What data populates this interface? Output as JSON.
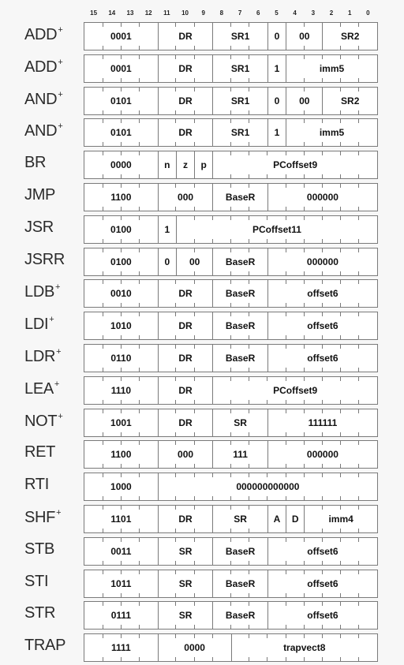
{
  "bit_numbers": [
    "15",
    "14",
    "13",
    "12",
    "11",
    "10",
    "9",
    "8",
    "7",
    "6",
    "5",
    "4",
    "3",
    "2",
    "1",
    "0"
  ],
  "instructions": [
    {
      "name": "ADD",
      "mark": "+",
      "fields": [
        {
          "label": "0001",
          "bits": 4
        },
        {
          "label": "DR",
          "bits": 3
        },
        {
          "label": "SR1",
          "bits": 3
        },
        {
          "label": "0",
          "bits": 1
        },
        {
          "label": "00",
          "bits": 2
        },
        {
          "label": "SR2",
          "bits": 3
        }
      ]
    },
    {
      "name": "ADD",
      "mark": "+",
      "fields": [
        {
          "label": "0001",
          "bits": 4
        },
        {
          "label": "DR",
          "bits": 3
        },
        {
          "label": "SR1",
          "bits": 3
        },
        {
          "label": "1",
          "bits": 1
        },
        {
          "label": "imm5",
          "bits": 5
        }
      ]
    },
    {
      "name": "AND",
      "mark": "+",
      "fields": [
        {
          "label": "0101",
          "bits": 4
        },
        {
          "label": "DR",
          "bits": 3
        },
        {
          "label": "SR1",
          "bits": 3
        },
        {
          "label": "0",
          "bits": 1
        },
        {
          "label": "00",
          "bits": 2
        },
        {
          "label": "SR2",
          "bits": 3
        }
      ]
    },
    {
      "name": "AND",
      "mark": "+",
      "fields": [
        {
          "label": "0101",
          "bits": 4
        },
        {
          "label": "DR",
          "bits": 3
        },
        {
          "label": "SR1",
          "bits": 3
        },
        {
          "label": "1",
          "bits": 1
        },
        {
          "label": "imm5",
          "bits": 5
        }
      ]
    },
    {
      "name": "BR",
      "mark": "",
      "fields": [
        {
          "label": "0000",
          "bits": 4
        },
        {
          "label": "n",
          "bits": 1
        },
        {
          "label": "z",
          "bits": 1
        },
        {
          "label": "p",
          "bits": 1
        },
        {
          "label": "PCoffset9",
          "bits": 9
        }
      ]
    },
    {
      "name": "JMP",
      "mark": "",
      "fields": [
        {
          "label": "1100",
          "bits": 4
        },
        {
          "label": "000",
          "bits": 3
        },
        {
          "label": "BaseR",
          "bits": 3
        },
        {
          "label": "000000",
          "bits": 6
        }
      ]
    },
    {
      "name": "JSR",
      "mark": "",
      "fields": [
        {
          "label": "0100",
          "bits": 4
        },
        {
          "label": "1",
          "bits": 1
        },
        {
          "label": "PCoffset11",
          "bits": 11
        }
      ]
    },
    {
      "name": "JSRR",
      "mark": "",
      "fields": [
        {
          "label": "0100",
          "bits": 4
        },
        {
          "label": "0",
          "bits": 1
        },
        {
          "label": "00",
          "bits": 2
        },
        {
          "label": "BaseR",
          "bits": 3
        },
        {
          "label": "000000",
          "bits": 6
        }
      ]
    },
    {
      "name": "LDB",
      "mark": "+",
      "fields": [
        {
          "label": "0010",
          "bits": 4
        },
        {
          "label": "DR",
          "bits": 3
        },
        {
          "label": "BaseR",
          "bits": 3
        },
        {
          "label": "offset6",
          "bits": 6
        }
      ]
    },
    {
      "name": "LDI",
      "mark": "+",
      "fields": [
        {
          "label": "1010",
          "bits": 4
        },
        {
          "label": "DR",
          "bits": 3
        },
        {
          "label": "BaseR",
          "bits": 3
        },
        {
          "label": "offset6",
          "bits": 6
        }
      ]
    },
    {
      "name": "LDR",
      "mark": "+",
      "fields": [
        {
          "label": "0110",
          "bits": 4
        },
        {
          "label": "DR",
          "bits": 3
        },
        {
          "label": "BaseR",
          "bits": 3
        },
        {
          "label": "offset6",
          "bits": 6
        }
      ]
    },
    {
      "name": "LEA",
      "mark": "+",
      "fields": [
        {
          "label": "1110",
          "bits": 4
        },
        {
          "label": "DR",
          "bits": 3
        },
        {
          "label": "PCoffset9",
          "bits": 9
        }
      ]
    },
    {
      "name": "NOT",
      "mark": "+",
      "fields": [
        {
          "label": "1001",
          "bits": 4
        },
        {
          "label": "DR",
          "bits": 3
        },
        {
          "label": "SR",
          "bits": 3
        },
        {
          "label": "111111",
          "bits": 6
        }
      ]
    },
    {
      "name": "RET",
      "mark": "",
      "fields": [
        {
          "label": "1100",
          "bits": 4
        },
        {
          "label": "000",
          "bits": 3
        },
        {
          "label": "111",
          "bits": 3
        },
        {
          "label": "000000",
          "bits": 6
        }
      ]
    },
    {
      "name": "RTI",
      "mark": "",
      "fields": [
        {
          "label": "1000",
          "bits": 4
        },
        {
          "label": "000000000000",
          "bits": 12
        }
      ]
    },
    {
      "name": "SHF",
      "mark": "+",
      "fields": [
        {
          "label": "1101",
          "bits": 4
        },
        {
          "label": "DR",
          "bits": 3
        },
        {
          "label": "SR",
          "bits": 3
        },
        {
          "label": "A",
          "bits": 1
        },
        {
          "label": "D",
          "bits": 1
        },
        {
          "label": "imm4",
          "bits": 4
        }
      ]
    },
    {
      "name": "STB",
      "mark": "",
      "fields": [
        {
          "label": "0011",
          "bits": 4
        },
        {
          "label": "SR",
          "bits": 3
        },
        {
          "label": "BaseR",
          "bits": 3
        },
        {
          "label": "offset6",
          "bits": 6
        }
      ]
    },
    {
      "name": "STI",
      "mark": "",
      "fields": [
        {
          "label": "1011",
          "bits": 4
        },
        {
          "label": "SR",
          "bits": 3
        },
        {
          "label": "BaseR",
          "bits": 3
        },
        {
          "label": "offset6",
          "bits": 6
        }
      ]
    },
    {
      "name": "STR",
      "mark": "",
      "fields": [
        {
          "label": "0111",
          "bits": 4
        },
        {
          "label": "SR",
          "bits": 3
        },
        {
          "label": "BaseR",
          "bits": 3
        },
        {
          "label": "offset6",
          "bits": 6
        }
      ]
    },
    {
      "name": "TRAP",
      "mark": "",
      "fields": [
        {
          "label": "1111",
          "bits": 4
        },
        {
          "label": "0000",
          "bits": 4
        },
        {
          "label": "trapvect8",
          "bits": 8
        }
      ]
    }
  ]
}
